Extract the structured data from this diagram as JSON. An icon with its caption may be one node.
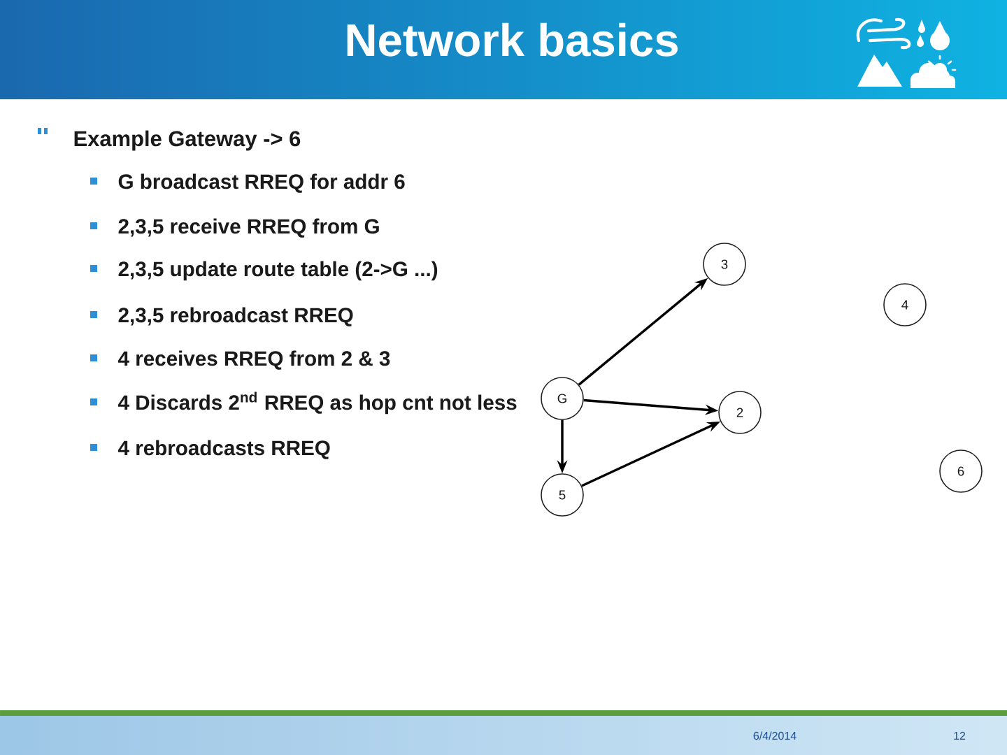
{
  "diagram": {
    "title": "Network basics",
    "nodes": [
      {
        "text": [
          "3"
        ]
      },
      {
        "text": [
          "4"
        ]
      },
      {
        "text": [
          "G"
        ]
      },
      {
        "text": [
          "2"
        ]
      },
      {
        "text": [
          "6"
        ]
      },
      {
        "text": [
          "5"
        ]
      }
    ],
    "edges": [
      {
        "from": 2,
        "to": 0,
        "arrow": "to"
      },
      {
        "from": 2,
        "to": 3,
        "arrow": "to"
      },
      {
        "from": 2,
        "to": 5,
        "arrow": "to"
      },
      {
        "from": 5,
        "to": 3,
        "arrow": "to"
      }
    ],
    "labels": [
      "Example Gateway -> 6",
      "G broadcast RREQ for addr 6",
      "2,3,5 receive RREQ from G",
      "2,3,5 update route table (2->G ...)",
      "2,3,5 rebroadcast RREQ",
      "4 receives RREQ from 2 & 3",
      "4 Discards 2$^{nd}$ RREQ as hop cnt not less",
      "4 rebroadcasts RREQ",
      "6/4/2014",
      "12"
    ]
  }
}
